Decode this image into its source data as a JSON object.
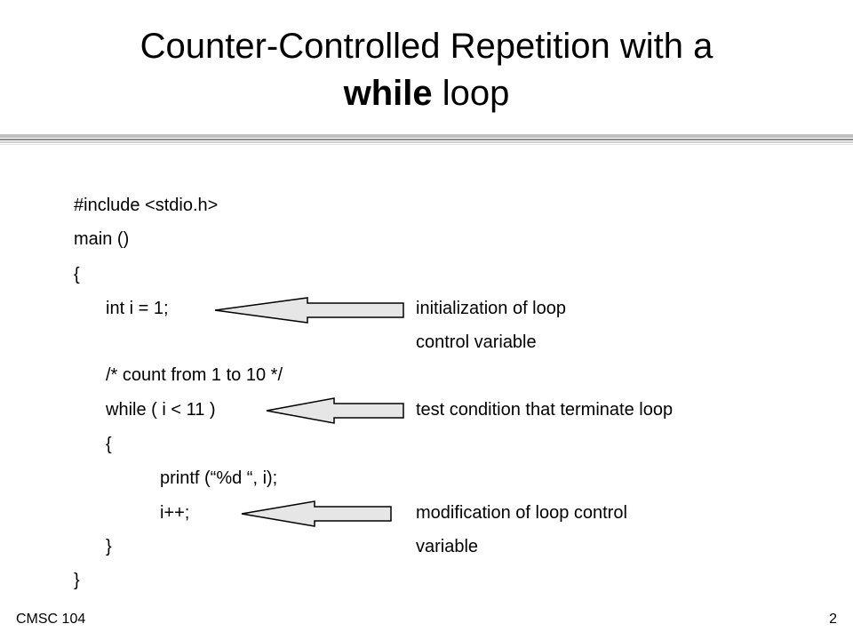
{
  "slide": {
    "title_part1": "Counter-Controlled Repetition with a",
    "title_bold": "while",
    "title_part2": " loop"
  },
  "code": {
    "line1": "#include <stdio.h>",
    "line2": "main ()",
    "line3": "{",
    "line4": "int i = 1;",
    "line5": "/* count from 1 to 10 */",
    "line6": "while ( i < 11 )",
    "line7": "{",
    "line8": "printf (“%d “, i);",
    "line9": "i++;",
    "line10": "}",
    "line11": "}"
  },
  "annotations": {
    "init_line1": "initialization of loop",
    "init_line2": "control variable",
    "test": "test condition that terminate loop",
    "mod_line1": "modification of loop control",
    "mod_line2": "variable"
  },
  "footer": {
    "course": "CMSC 104",
    "page": "2"
  },
  "colors": {
    "arrow_fill": "#e6e6e6",
    "arrow_stroke": "#000000"
  }
}
